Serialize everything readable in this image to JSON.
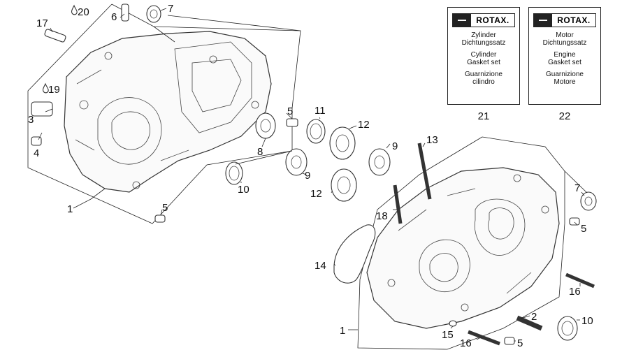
{
  "callouts": {
    "c1_left": "1",
    "c1_right": "1",
    "c2": "2",
    "c3": "3",
    "c4": "4",
    "c5_top": "5",
    "c5_left": "5",
    "c5_right": "5",
    "c5_bottom": "5",
    "c6": "6",
    "c7_top": "7",
    "c7_right": "7",
    "c8": "8",
    "c9_top": "9",
    "c9_bottom": "9",
    "c10_left": "10",
    "c10_right": "10",
    "c11": "11",
    "c12_top": "12",
    "c12_bottom": "12",
    "c13": "13",
    "c14": "14",
    "c15": "15",
    "c16_right": "16",
    "c16_bottom": "16",
    "c17": "17",
    "c18": "18",
    "c19": "19",
    "c20": "20"
  },
  "kits": [
    {
      "brand": "ROTAX.",
      "lines": [
        "Zylinder",
        "Dichtungssatz",
        "",
        "Cylinder",
        "Gasket set",
        "",
        "Guarnizione",
        "cilindro"
      ],
      "number": "21"
    },
    {
      "brand": "ROTAX.",
      "lines": [
        "Motor",
        "Dichtungssatz",
        "",
        "Engine",
        "Gasket set",
        "",
        "Guarnizione",
        "Motore"
      ],
      "number": "22"
    }
  ]
}
